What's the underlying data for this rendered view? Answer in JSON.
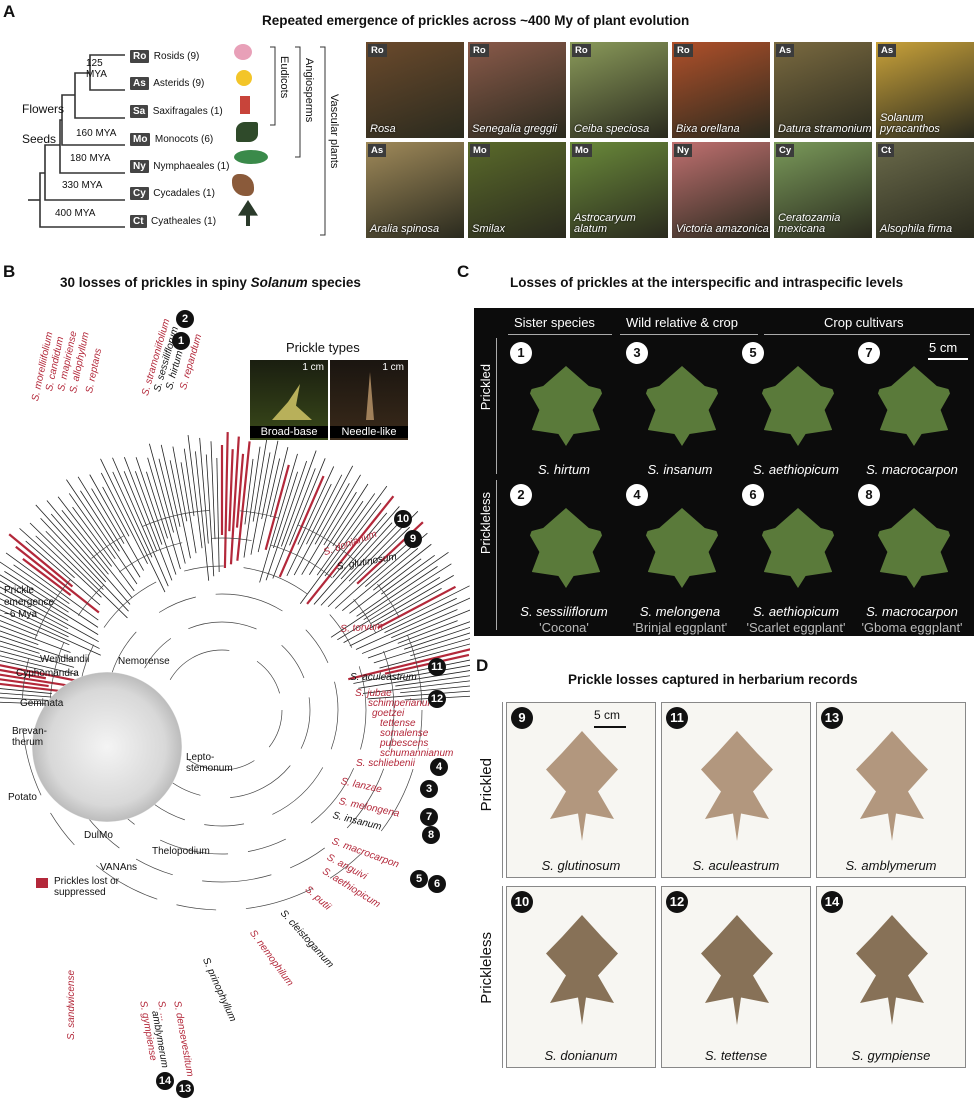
{
  "panelA": {
    "label": "A",
    "title": "Repeated emergence of prickles across ~400 My of plant evolution",
    "clades": [
      {
        "code": "Ro",
        "name": "Rosids (9)"
      },
      {
        "code": "As",
        "name": "Asterids (9)"
      },
      {
        "code": "Sa",
        "name": "Saxifragales (1)"
      },
      {
        "code": "Mo",
        "name": "Monocots (6)"
      },
      {
        "code": "Ny",
        "name": "Nymphaeales (1)"
      },
      {
        "code": "Cy",
        "name": "Cycadales (1)"
      },
      {
        "code": "Ct",
        "name": "Cyatheales (1)"
      }
    ],
    "ages": [
      "125 MYA",
      "160 MYA",
      "180 MYA",
      "330 MYA",
      "400 MYA"
    ],
    "nodes": {
      "flowers": "Flowers",
      "seeds": "Seeds"
    },
    "groups": {
      "eudicots": "Eudicots",
      "angiosperms": "Angiosperms",
      "vascular": "Vascular plants"
    },
    "photos": [
      {
        "tag": "Ro",
        "name": "Rosa",
        "color": "#6b4a2c"
      },
      {
        "tag": "Ro",
        "name": "Senegalia greggii",
        "color": "#8a5a4a"
      },
      {
        "tag": "Ro",
        "name": "Ceiba speciosa",
        "color": "#8a9a5a"
      },
      {
        "tag": "Ro",
        "name": "Bixa orellana",
        "color": "#b0502a"
      },
      {
        "tag": "As",
        "name": "Datura stramonium",
        "color": "#7a6a40"
      },
      {
        "tag": "As",
        "name": "Solanum pyracanthos",
        "color": "#c9a23a"
      },
      {
        "tag": "As",
        "name": "Aralia spinosa",
        "color": "#a08a5a"
      },
      {
        "tag": "Mo",
        "name": "Smilax",
        "color": "#5a6a2a"
      },
      {
        "tag": "Mo",
        "name": "Astrocaryum alatum",
        "color": "#6a8a3a"
      },
      {
        "tag": "Ny",
        "name": "Victoria amazonica",
        "color": "#c07070"
      },
      {
        "tag": "Cy",
        "name": "Ceratozamia mexicana",
        "color": "#7a9a5a"
      },
      {
        "tag": "Ct",
        "name": "Alsophila firma",
        "color": "#6a6a4a"
      }
    ]
  },
  "panelB": {
    "label": "B",
    "title_pre": "30 losses of prickles in spiny ",
    "title_it": "Solanum",
    "title_post": " species",
    "prickle_types": "Prickle types",
    "scale": "1 cm",
    "broad": "Broad-base",
    "needle": "Needle-like",
    "emergence": [
      "Prickle",
      "emergence",
      "~6 Mya"
    ],
    "clades": [
      "Wendlandii",
      "Cyphomandra",
      "Nemorense",
      "Geminata",
      "Brevan-",
      "therum",
      "Lepto-",
      "stemonum",
      "Potato",
      "DulMo",
      "Thelopodium",
      "VANAns"
    ],
    "legend": [
      "Prickles lost or",
      "suppressed"
    ],
    "topnames": [
      "S. morelliifolium",
      "S. candidum",
      "S. mapiriense",
      "S. allophyllum",
      "S. reptans",
      "S. stramoniifolium",
      "S. sessiliflorum",
      "S. hirtum",
      "S. repandum"
    ],
    "rightnames": [
      "S. donianum",
      "S. glutinosum",
      "S. torvum",
      "S. aculeastrum",
      "S. jubae",
      "schimperianum",
      "goetzei",
      "tettense",
      "somalense",
      "pubescens",
      "schumannianum",
      "S. schliebenii",
      "S. lanzae",
      "S. melongena",
      "S. insanum",
      "S. macrocarpon",
      "S. anguivi",
      "S. aethiopicum",
      "S. putii",
      "S. cleistogamum",
      "S. nemophilum",
      "S. prinophyllum",
      "S. sandwicense",
      "S. densevestitum",
      "S. ... ",
      "S. gympiense",
      "amblymerum"
    ],
    "nums": [
      "1",
      "2",
      "3",
      "4",
      "5",
      "6",
      "7",
      "8",
      "9",
      "10",
      "11",
      "12",
      "13",
      "14"
    ]
  },
  "panelC": {
    "label": "C",
    "title": "Losses of prickles at the interspecific and intraspecific levels",
    "cols": [
      "Sister species",
      "Wild relative & crop",
      "Crop cultivars"
    ],
    "rows": [
      "Prickled",
      "Prickleless"
    ],
    "scale": "5 cm",
    "top": [
      {
        "n": "1",
        "sp": "S. hirtum"
      },
      {
        "n": "3",
        "sp": "S. insanum"
      },
      {
        "n": "5",
        "sp": "S. aethiopicum"
      },
      {
        "n": "7",
        "sp": "S. macrocarpon"
      }
    ],
    "bottom": [
      {
        "n": "2",
        "sp": "S. sessiliflorum",
        "cv": "'Cocona'"
      },
      {
        "n": "4",
        "sp": "S. melongena",
        "cv": "'Brinjal eggplant'"
      },
      {
        "n": "6",
        "sp": "S. aethiopicum",
        "cv": "'Scarlet eggplant'"
      },
      {
        "n": "8",
        "sp": "S. macrocarpon",
        "cv": "'Gboma eggplant'"
      }
    ]
  },
  "panelD": {
    "label": "D",
    "title": "Prickle losses captured in herbarium records",
    "rows": [
      "Prickled",
      "Prickleless"
    ],
    "scale": "5 cm",
    "top": [
      {
        "n": "9",
        "sp": "S. glutinosum"
      },
      {
        "n": "11",
        "sp": "S. aculeastrum"
      },
      {
        "n": "13",
        "sp": "S. amblymerum"
      }
    ],
    "bottom": [
      {
        "n": "10",
        "sp": "S. donianum"
      },
      {
        "n": "12",
        "sp": "S. tettense"
      },
      {
        "n": "14",
        "sp": "S. gympiense"
      }
    ]
  }
}
